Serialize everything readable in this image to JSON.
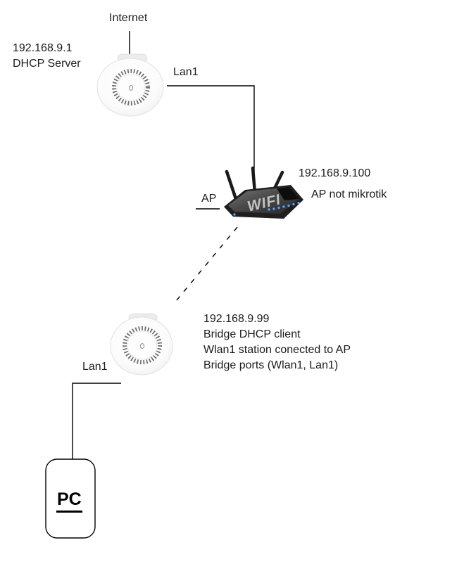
{
  "diagram": {
    "internet_label": "Internet",
    "dhcp_server": {
      "ip": "192.168.9.1",
      "role": "DHCP Server"
    },
    "links": {
      "lan1_top_label": "Lan1",
      "lan1_bottom_label": "Lan1"
    },
    "router": {
      "ap_label": "AP",
      "ip": "192.168.9.100",
      "note": "AP not mikrotik",
      "device_text": "WIFI"
    },
    "bridge_ap": {
      "ip": "192.168.9.99",
      "line1": "Bridge DHCP client",
      "line2": "Wlan1 station conected to AP",
      "line3": "Bridge ports (Wlan1, Lan1)"
    },
    "pc": {
      "label": "PC"
    },
    "colors": {
      "line": "#000000",
      "text": "#1c1c1c",
      "led_blue": "#4aa3ff",
      "router_body": "#1f1f1f"
    }
  }
}
